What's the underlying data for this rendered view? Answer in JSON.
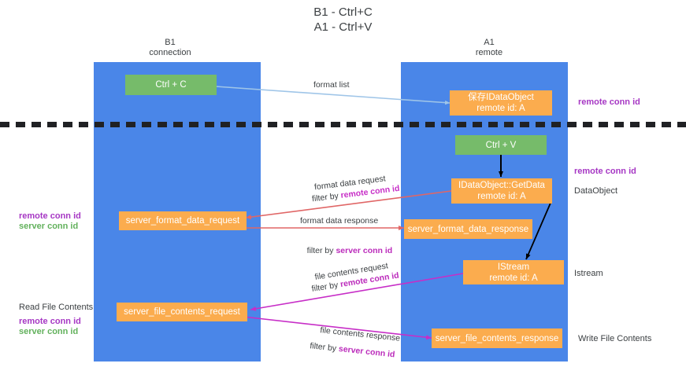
{
  "title": "B1 - Ctrl+C\nA1 - Ctrl+V",
  "columns": [
    {
      "name": "b1",
      "heading": "B1\nconnection"
    },
    {
      "name": "a1",
      "heading": "A1\nremote"
    }
  ],
  "nodes": {
    "ctrl_c": "Ctrl + C",
    "save_idataobject": "保存IDataObject\nremote id: A",
    "ctrl_v": "Ctrl + V",
    "idataobject_getdata": "IDataObject::GetData\nremote id: A",
    "server_format_data_request": "server_format_data_request",
    "server_format_data_response": "server_format_data_response",
    "istream": "IStream\nremote id: A",
    "server_file_contents_request": "server_file_contents_request",
    "server_file_contents_response": "server_file_contents_response"
  },
  "edges": {
    "format_list": "format list",
    "format_data_request": "format data request",
    "format_data_request_filter_prefix": "filter by ",
    "format_data_request_filter_value": "remote conn id",
    "format_data_response": "format data response",
    "format_data_response_filter_prefix": "filter by ",
    "format_data_response_filter_value": "server conn id",
    "file_contents_request": "file contents request",
    "file_contents_request_filter_prefix": "filter by ",
    "file_contents_request_filter_value": "remote conn id",
    "file_contents_response": "file contents response",
    "file_contents_response_filter_prefix": "filter by ",
    "file_contents_response_filter_value": "server conn id"
  },
  "side_labels": {
    "right_remote_conn_id_top": "remote conn id",
    "right_remote_conn_id_mid": "remote conn id",
    "right_dataobject": "DataObject",
    "right_istream": "Istream",
    "right_write_file_contents": "Write File Contents",
    "left_remote_conn_id": "remote conn id",
    "left_server_conn_id": "server conn id",
    "left_read_file_contents": "Read File Contents",
    "left_remote_conn_id_2": "remote conn id",
    "left_server_conn_id_2": "server conn id"
  },
  "colors": {
    "lane": "#4a86e8",
    "node_green": "#76bb6a",
    "node_orange": "#fbac4e",
    "purple": "#a637c4",
    "green_text": "#62b15c",
    "arrow_blue": "#9fc5e8",
    "arrow_red": "#e06666",
    "arrow_black": "#000000",
    "arrow_magenta": "#c72ec7",
    "separator": "#202124"
  }
}
